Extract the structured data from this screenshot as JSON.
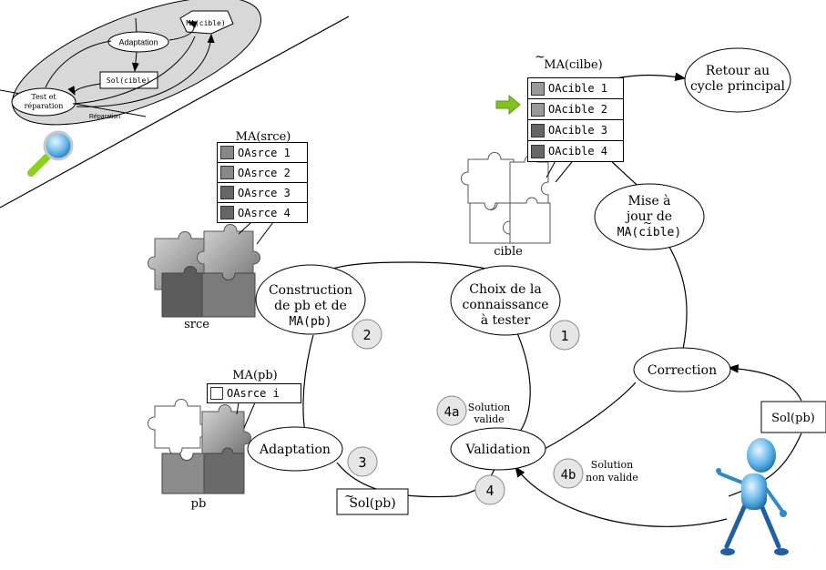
{
  "mini_map": {
    "ma_cible": "MA(cible)",
    "adaptation": "Adaptation",
    "sol_cible": "Sol(cible)",
    "test_line1": "Test et",
    "test_line2": "réparation",
    "reparation": "Réparation"
  },
  "cycle_nodes": {
    "construction": [
      "Construction",
      "de pb et de",
      "MA(pb)"
    ],
    "choix": [
      "Choix de la",
      "connaissance",
      "à tester"
    ],
    "adaptation": "Adaptation",
    "validation": "Validation",
    "correction": "Correction",
    "mise_a_jour": [
      "Mise à",
      "jour de",
      "MA(cible)"
    ],
    "retour": [
      "Retour au",
      "cycle principal"
    ]
  },
  "step_badges": [
    "1",
    "2",
    "3",
    "4",
    "4a",
    "4b"
  ],
  "notes": {
    "solution_valide": [
      "Solution",
      "valide"
    ],
    "solution_non_valide": [
      "Solution",
      "non valide"
    ]
  },
  "boxes": {
    "sol_pb_tilde": "Sol(pb)",
    "sol_pb_user": "Sol(pb)"
  },
  "tables": {
    "ma_srce": {
      "title": "MA(srce)",
      "rows": [
        "OAsrce 1",
        "OAsrce 2",
        "OAsrce 3",
        "OAsrce 4"
      ]
    },
    "ma_cible": {
      "title": "MA(cilbe)",
      "rows": [
        "OAcible 1",
        "OAcible 2",
        "OAcible 3",
        "OAcible 4"
      ]
    },
    "ma_pb": {
      "title": "MA(pb)",
      "rows": [
        "OAsrce i"
      ]
    }
  },
  "puzzle_labels": {
    "srce": "srce",
    "cible": "cible",
    "pb": "pb"
  },
  "colors": {
    "arrow_green": "#7fc31c",
    "mini_fill": "#d8d8d8",
    "badge_fill": "#e6e6e6"
  }
}
